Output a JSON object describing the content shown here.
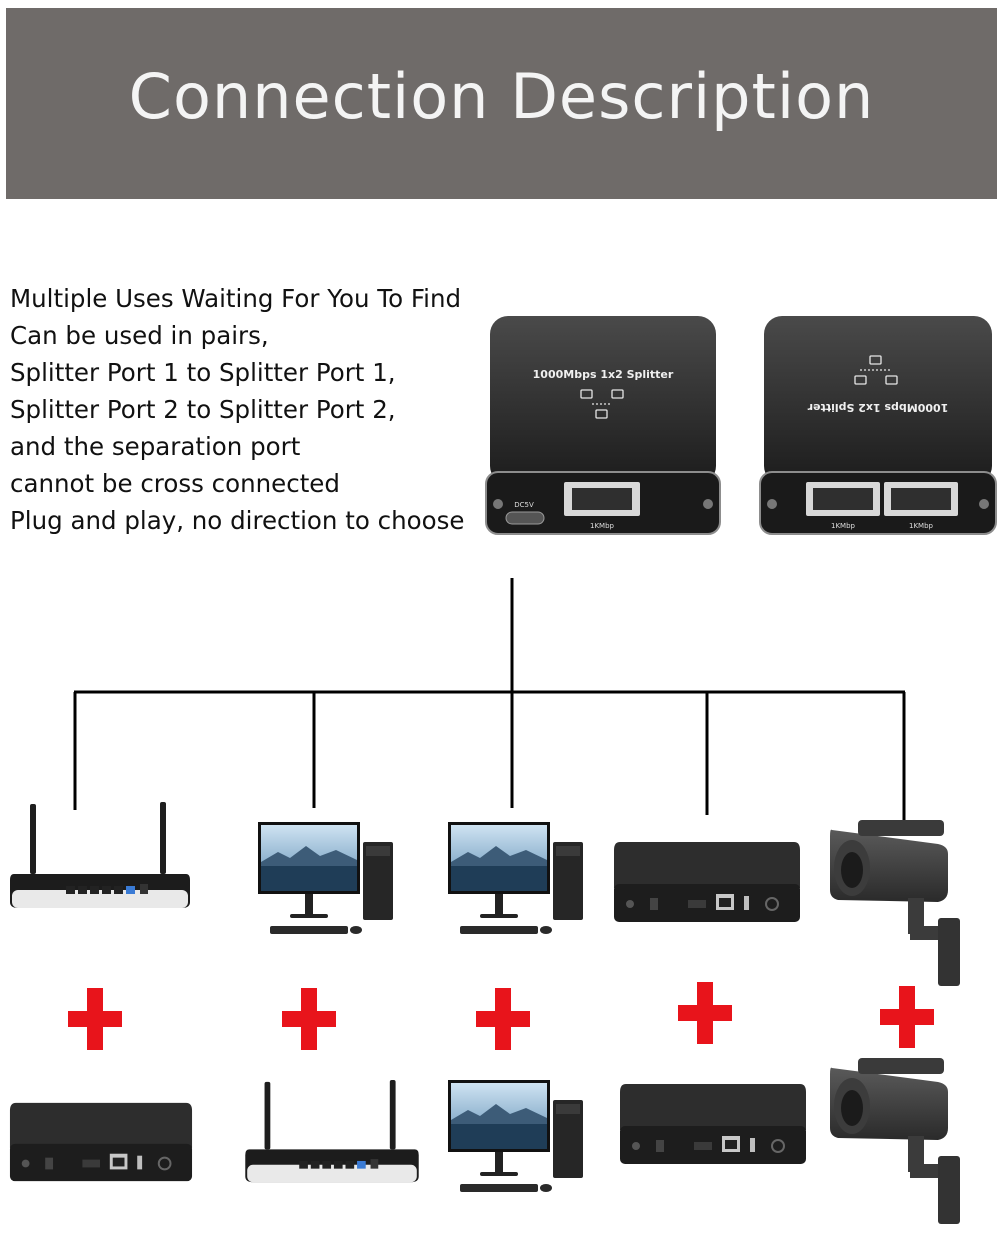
{
  "banner": {
    "title": "Connection Description",
    "background": "#6f6b69"
  },
  "description": {
    "lines": [
      "Multiple Uses Waiting For You To Find",
      "Can be used in pairs,",
      "Splitter Port 1 to Splitter Port 1,",
      "Splitter Port 2 to Splitter Port 2,",
      "and the separation port",
      "cannot be cross connected",
      "Plug and play, no direction to choose"
    ]
  },
  "splitter_single": {
    "title": "1000Mbps 1x2 Splitter",
    "power_label": "DC5V",
    "port_label": "1KMbp"
  },
  "splitter_dual": {
    "title": "1000Mbps 1x2 Splitter",
    "port1_label": "1KMbp",
    "port2_label": "1KMbp"
  },
  "devices": {
    "top_row": [
      "router",
      "desktop-computer",
      "desktop-computer",
      "network-box",
      "security-camera"
    ],
    "bottom_row": [
      "network-box",
      "router",
      "desktop-computer",
      "network-box",
      "security-camera"
    ]
  },
  "colors": {
    "plus": "#e8141b",
    "device": "#2c2c2c",
    "tree_line": "#000000"
  }
}
